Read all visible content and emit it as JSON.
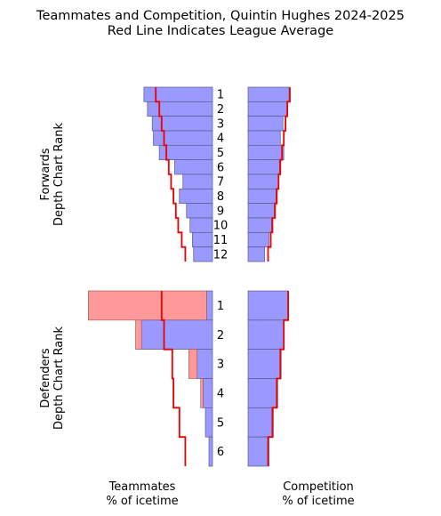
{
  "chart_data": {
    "type": "bar",
    "title": [
      "Teammates and Competition, Quintin Hughes 2024-2025",
      "Red Line Indicates League Average"
    ],
    "colors": {
      "bar_blue": "#9999ff",
      "bar_red": "#ff9999",
      "edge": "#5a5a8a",
      "edge_red": "#a06060",
      "league_line": "#ee0000"
    },
    "panels": [
      {
        "group": "forwards",
        "ylabel": [
          "Forwards",
          "Depth Chart Rank"
        ],
        "ranks": [
          "1",
          "2",
          "3",
          "4",
          "5",
          "6",
          "7",
          "8",
          "9",
          "10",
          "11",
          "12"
        ],
        "teammates": {
          "blue": [
            0.58,
            0.55,
            0.51,
            0.5,
            0.45,
            0.32,
            0.25,
            0.28,
            0.22,
            0.19,
            0.17,
            0.16
          ],
          "red": [
            0,
            0,
            0,
            0,
            0,
            0,
            0,
            0,
            0,
            0,
            0,
            0
          ],
          "league_avg": [
            0.48,
            0.45,
            0.43,
            0.41,
            0.39,
            0.37,
            0.35,
            0.33,
            0.31,
            0.29,
            0.26,
            0.23
          ]
        },
        "competition": {
          "blue": [
            0.47,
            0.45,
            0.4,
            0.37,
            0.41,
            0.36,
            0.35,
            0.32,
            0.3,
            0.27,
            0.24,
            0.19
          ],
          "league_avg": [
            0.48,
            0.45,
            0.43,
            0.41,
            0.39,
            0.37,
            0.35,
            0.33,
            0.31,
            0.28,
            0.26,
            0.23
          ]
        }
      },
      {
        "group": "defenders",
        "ylabel": [
          "Defenders",
          "Depth Chart Rank"
        ],
        "ranks": [
          "1",
          "2",
          "3",
          "4",
          "5",
          "6"
        ],
        "teammates": {
          "blue": [
            0.05,
            0.6,
            0.13,
            0.08,
            0.06,
            0.03
          ],
          "red": [
            1.0,
            0.05,
            0.07,
            0.02,
            0.0,
            0.0
          ],
          "league_avg": [
            0.43,
            0.41,
            0.34,
            0.33,
            0.28,
            0.23
          ]
        },
        "competition": {
          "blue": [
            0.46,
            0.41,
            0.38,
            0.34,
            0.29,
            0.24
          ],
          "league_avg": [
            0.46,
            0.41,
            0.37,
            0.33,
            0.28,
            0.23
          ]
        }
      }
    ],
    "xlabel_left": [
      "Teammates",
      "% of icetime"
    ],
    "xlabel_right": [
      "Competition",
      "% of icetime"
    ]
  }
}
